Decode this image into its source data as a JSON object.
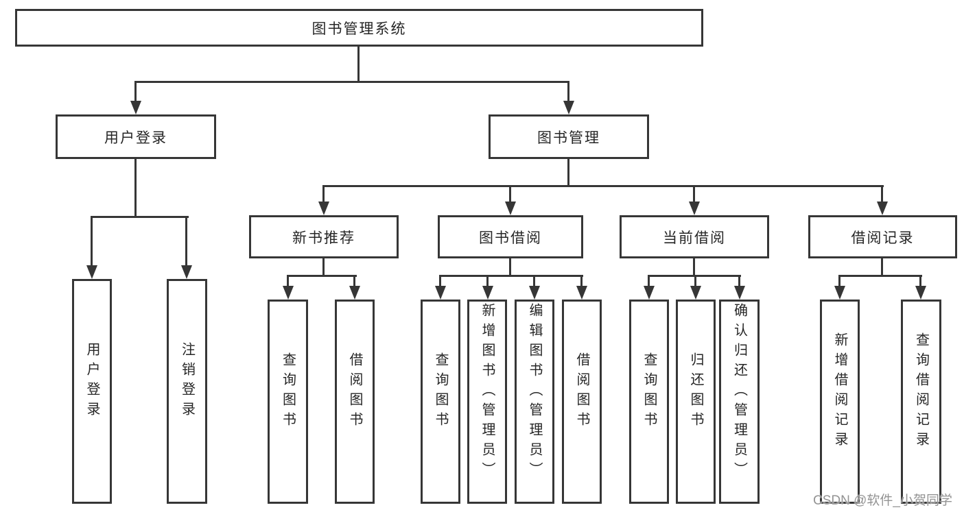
{
  "tree": {
    "root": {
      "label": "图书管理系统"
    },
    "branches": [
      {
        "label": "用户登录",
        "children": [
          {
            "label": "用户登录"
          },
          {
            "label": "注销登录"
          }
        ]
      },
      {
        "label": "图书管理",
        "children": [
          {
            "label": "新书推荐",
            "children": [
              {
                "label": "查询图书"
              },
              {
                "label": "借阅图书"
              }
            ]
          },
          {
            "label": "图书借阅",
            "children": [
              {
                "label": "查询图书"
              },
              {
                "label": "新增图书（管理员）"
              },
              {
                "label": "编辑图书（管理员）"
              },
              {
                "label": "借阅图书"
              }
            ]
          },
          {
            "label": "当前借阅",
            "children": [
              {
                "label": "查询图书"
              },
              {
                "label": "归还图书"
              },
              {
                "label": "确认归还（管理员）"
              }
            ]
          },
          {
            "label": "借阅记录",
            "children": [
              {
                "label": "新增借阅记录"
              },
              {
                "label": "查询借阅记录"
              }
            ]
          }
        ]
      }
    ]
  },
  "watermark": {
    "text": "CSDN @软件_小贺同学"
  },
  "colors": {
    "line": "#363636",
    "text": "#262626",
    "background": "#ffffff",
    "watermark": "#808080"
  }
}
